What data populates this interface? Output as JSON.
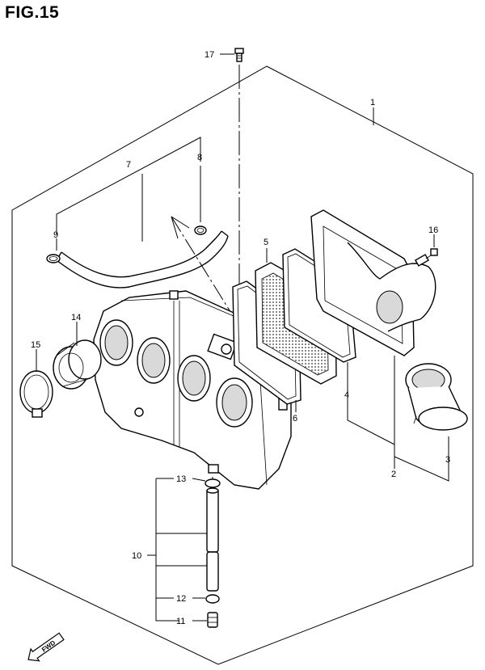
{
  "figure_title": "FIG.15",
  "callouts": {
    "c1": "1",
    "c2": "2",
    "c3": "3",
    "c4": "4",
    "c5": "5",
    "c6": "6",
    "c7": "7",
    "c8": "8",
    "c9": "9",
    "c10": "10",
    "c11": "11",
    "c12": "12",
    "c13": "13",
    "c14": "14",
    "c15": "15",
    "c16": "16",
    "c17": "17"
  },
  "fwd_label": "FWD"
}
